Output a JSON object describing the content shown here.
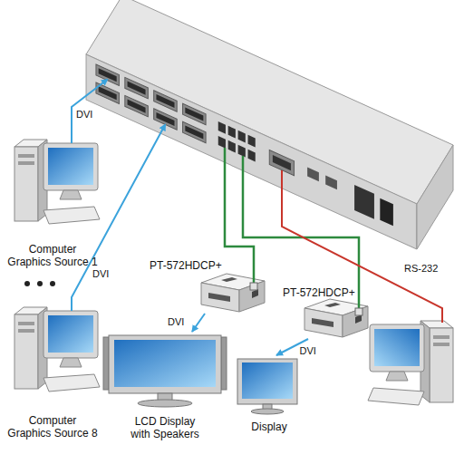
{
  "diagram": {
    "nodes": [
      {
        "text": [
          "Computer Graphics Source 1"
        ]
      },
      {
        "text": [
          "PT-572HDCP+"
        ]
      },
      {
        "text": [
          "PT-572HDCP+"
        ]
      },
      {
        "text": [
          "Computer Graphics Source 8"
        ]
      },
      {
        "text": [
          "LCD Display with Speakers"
        ]
      },
      {
        "text": [
          "Display"
        ]
      }
    ],
    "edges": [
      {
        "from": 1,
        "to": 4,
        "label": "DVI",
        "arrow": "to"
      },
      {
        "from": 2,
        "to": 5,
        "label": "DVI",
        "arrow": "to"
      }
    ],
    "labels": [
      "DVI",
      "RS-232",
      "DVI"
    ]
  }
}
